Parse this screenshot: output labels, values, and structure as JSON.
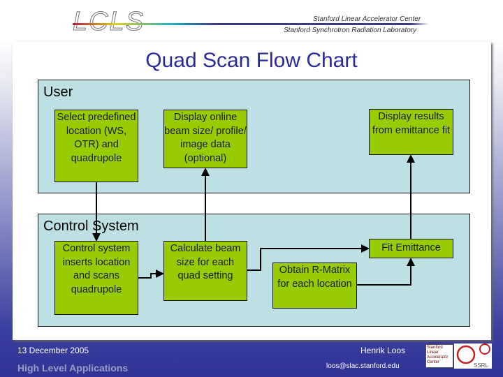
{
  "header": {
    "logo": "LCLS",
    "org1": "Stanford Linear Accelerator Center",
    "org2": "Stanford Synchrotron Radiation Laboratory"
  },
  "title": "Quad Scan Flow Chart",
  "user_lane": {
    "label": "User",
    "boxes": [
      "Select predefined location (WS, OTR) and quadrupole",
      "Display online beam size/ profile/ image data (optional)",
      "Display results from emittance fit"
    ]
  },
  "control_lane": {
    "label": "Control System",
    "boxes": [
      "Control system inserts location and scans quadrupole",
      "Calculate beam size for each quad setting",
      "Obtain R-Matrix for each location",
      "Fit Emittance"
    ]
  },
  "footer": {
    "date": "13 December 2005",
    "project": "High Level Applications",
    "author": "Henrik Loos",
    "email": "loos@slac.stanford.edu",
    "slac_logo": "Stanford Linear Accelerator Center",
    "ssrl_logo": "SSRL"
  }
}
